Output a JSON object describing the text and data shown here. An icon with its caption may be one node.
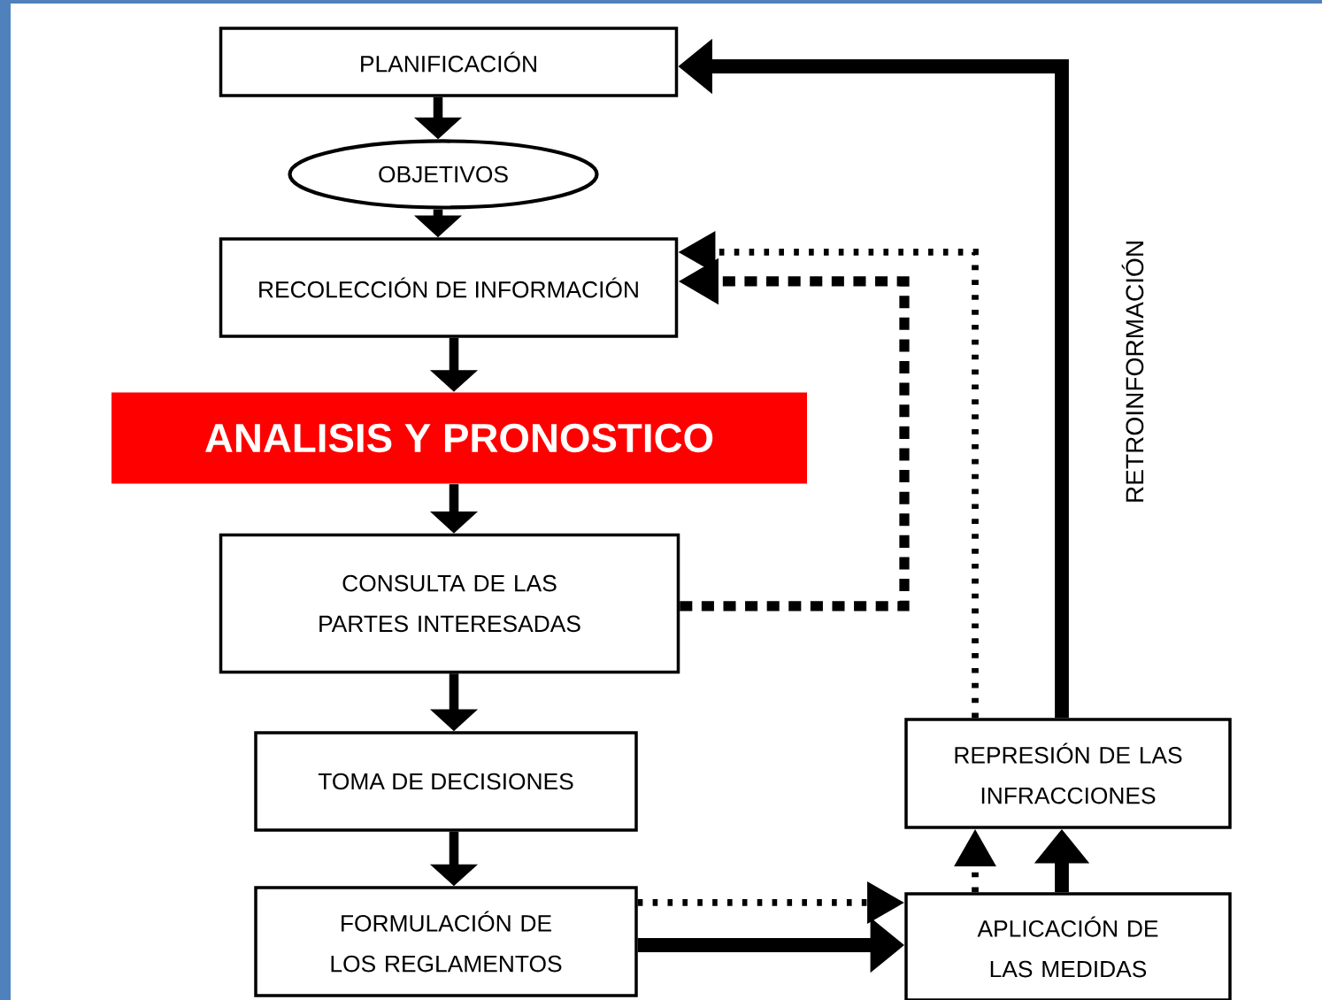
{
  "diagram": {
    "nodes": [
      {
        "text": [
          "PLANIFICACIÓN"
        ]
      },
      {
        "text": [
          "OBJETIVOS"
        ]
      },
      {
        "text": [
          "RECOLECCIÓN DE INFORMACIÓN"
        ]
      },
      {
        "text": [
          "ANALISIS Y PRONOSTICO"
        ]
      },
      {
        "text": [
          "CONSULTA DE LAS PARTES INTERESADAS"
        ]
      },
      {
        "text": [
          "TOMA DE DECISIONES"
        ]
      },
      {
        "text": [
          "FORMULACIÓN DE LOS REGLAMENTOS"
        ]
      },
      {
        "text": [
          "REPRESIÓN DE LAS INFRACCIONES"
        ]
      },
      {
        "text": [
          "APLICACIÓN DE LAS MEDIDAS"
        ]
      }
    ],
    "edges": [
      {
        "from": 0,
        "to": 1,
        "arrow": "to"
      },
      {
        "from": 1,
        "to": 2,
        "arrow": "to"
      },
      {
        "from": 2,
        "to": 3,
        "arrow": "to"
      },
      {
        "from": 3,
        "to": 4,
        "arrow": "to"
      },
      {
        "from": 4,
        "to": 5,
        "arrow": "to"
      },
      {
        "from": 5,
        "to": 6,
        "arrow": "to"
      },
      {
        "from": 4,
        "to": 2,
        "arrow": "to",
        "style": "dashed"
      },
      {
        "from": 7,
        "to": 2,
        "arrow": "to",
        "style": "dashed"
      },
      {
        "from": 6,
        "to": 8,
        "arrow": "to",
        "style": "dashed"
      },
      {
        "from": 6,
        "to": 8,
        "arrow": "to"
      },
      {
        "from": 8,
        "to": 7,
        "arrow": "to",
        "style": "dashed"
      },
      {
        "from": 8,
        "to": 7,
        "arrow": "to"
      },
      {
        "from": 7,
        "to": 0,
        "arrow": "to",
        "label": "RETROINFORMACIÓN"
      }
    ]
  }
}
